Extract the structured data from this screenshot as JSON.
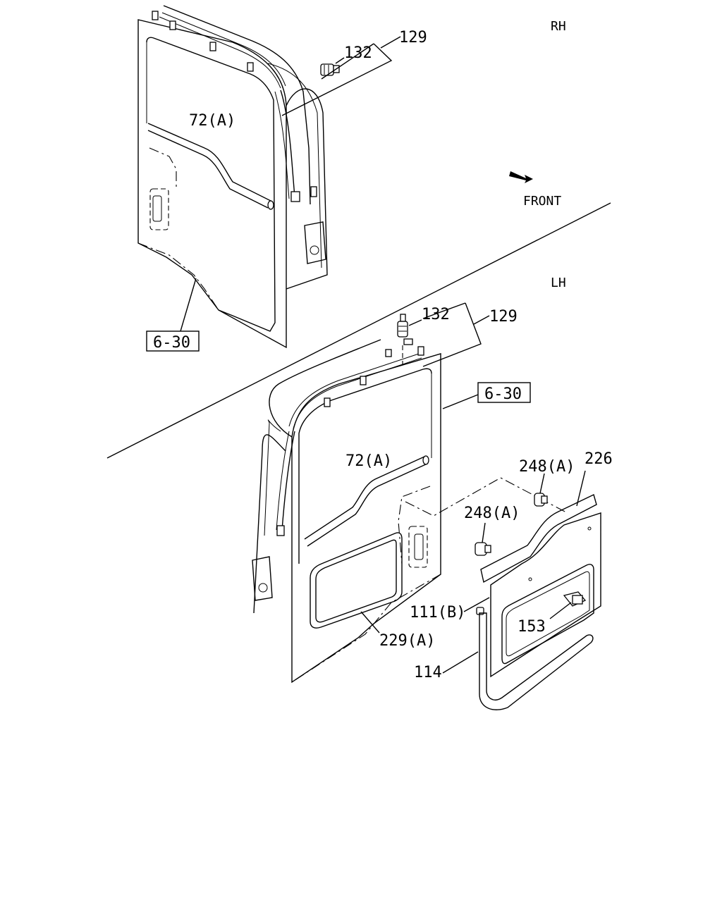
{
  "labels": {
    "rh": "RH",
    "lh": "LH",
    "front": "FRONT",
    "rh_132": "132",
    "rh_129": "129",
    "rh_72a": "72(A)",
    "rh_630": "6-30",
    "lh_132": "132",
    "lh_129": "129",
    "lh_630": "6-30",
    "lh_72a": "72(A)",
    "lh_248a_top": "248(A)",
    "lh_226": "226",
    "lh_248a_mid": "248(A)",
    "lh_111b": "111(B)",
    "lh_153": "153",
    "lh_229a": "229(A)",
    "lh_114": "114"
  }
}
